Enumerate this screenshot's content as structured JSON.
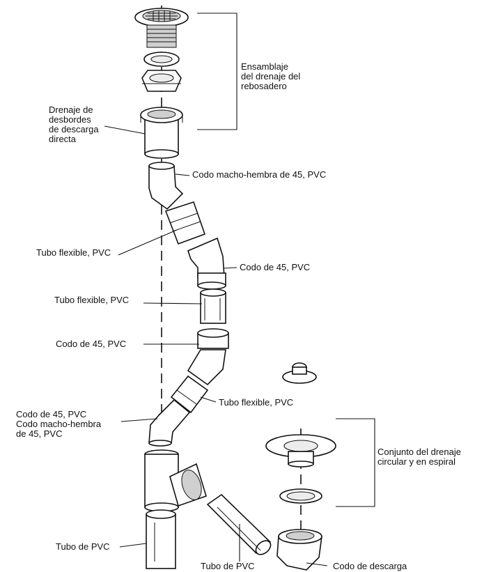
{
  "labels": {
    "overflow_assembly": "Ensamblaje\ndel drenaje del\nrebosadero",
    "direct_discharge": "Drenaje de\ndesbordes\nde descarga\ndirecta",
    "street_elbow_top": "Codo macho-hembra de 45, PVC",
    "flex_tube_1": "Tubo flexible, PVC",
    "elbow_1": "Codo de 45, PVC",
    "flex_tube_2": "Tubo flexible, PVC",
    "elbow_2": "Codo de 45, PVC",
    "flex_tube_3": "Tubo flexible, PVC",
    "elbow_street_combo": "Codo de 45, PVC\nCodo macho-hembra\nde 45, PVC",
    "drain_assembly": "Conjunto del drenaje\ncircular y en espiral",
    "pvc_pipe_1": "Tubo de PVC",
    "pvc_pipe_2": "Tubo de PVC",
    "discharge_elbow": "Codo de descarga"
  }
}
